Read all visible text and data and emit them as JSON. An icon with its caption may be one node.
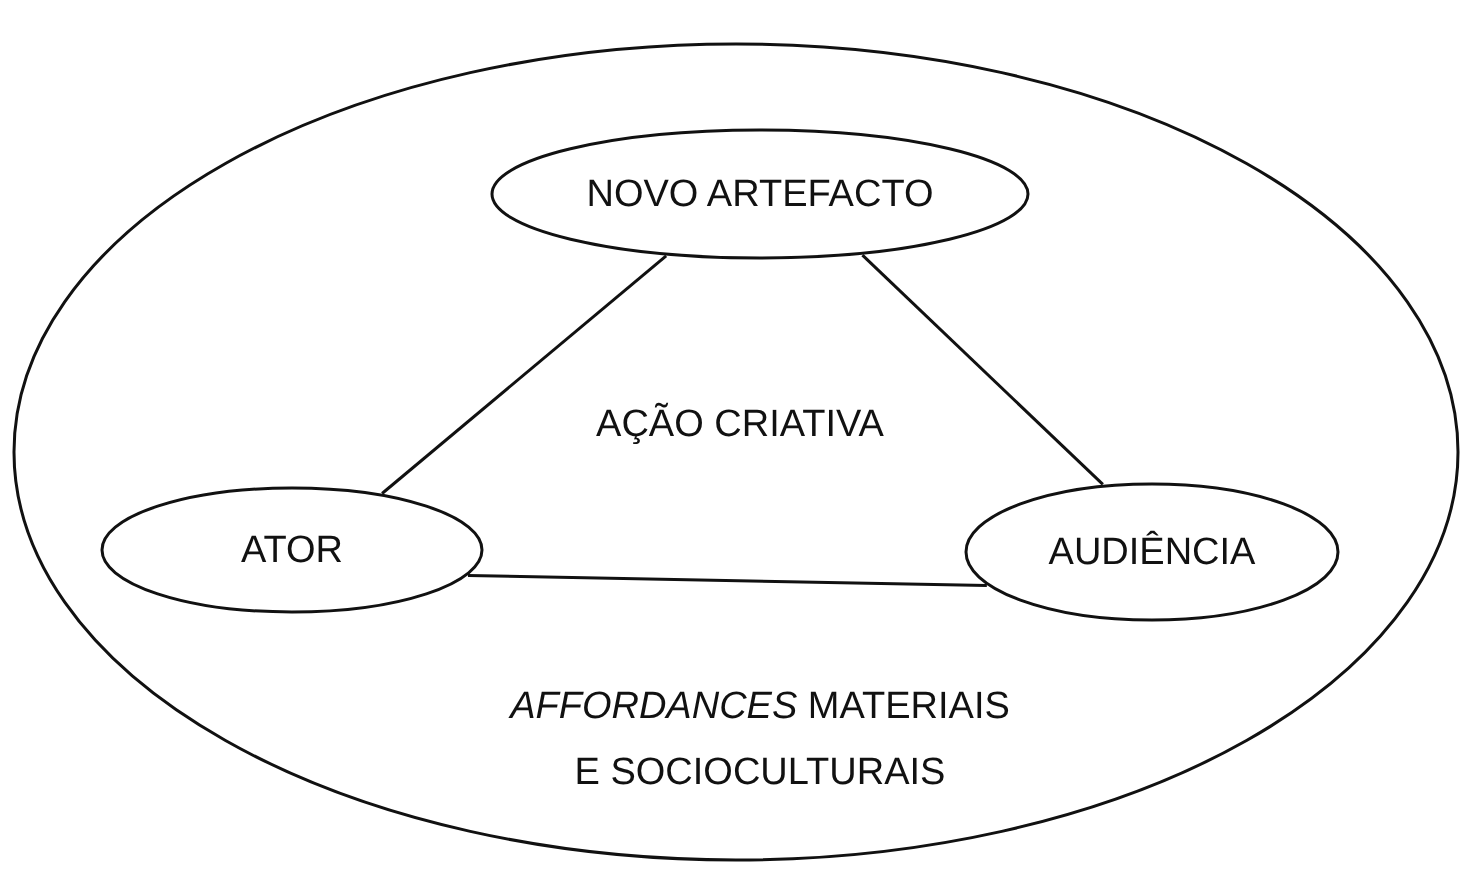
{
  "diagram": {
    "nodes": [
      {
        "text": [
          "*AFFORDANCES* MATERIAIS E SOCIOCULTURAIS"
        ]
      },
      {
        "text": [
          "NOVO ARTEFACTO"
        ],
        "in": 0
      },
      {
        "text": [
          "ATOR"
        ],
        "in": 0
      },
      {
        "text": [
          "AUDIÊNCIA"
        ],
        "in": 0
      }
    ],
    "edges": [
      {
        "from": 1,
        "to": 2,
        "arrow": "none"
      },
      {
        "from": 1,
        "to": 3,
        "arrow": "none"
      },
      {
        "from": 2,
        "to": 3,
        "arrow": "none"
      }
    ],
    "labels": [
      "AÇÃO CRIATIVA"
    ]
  }
}
